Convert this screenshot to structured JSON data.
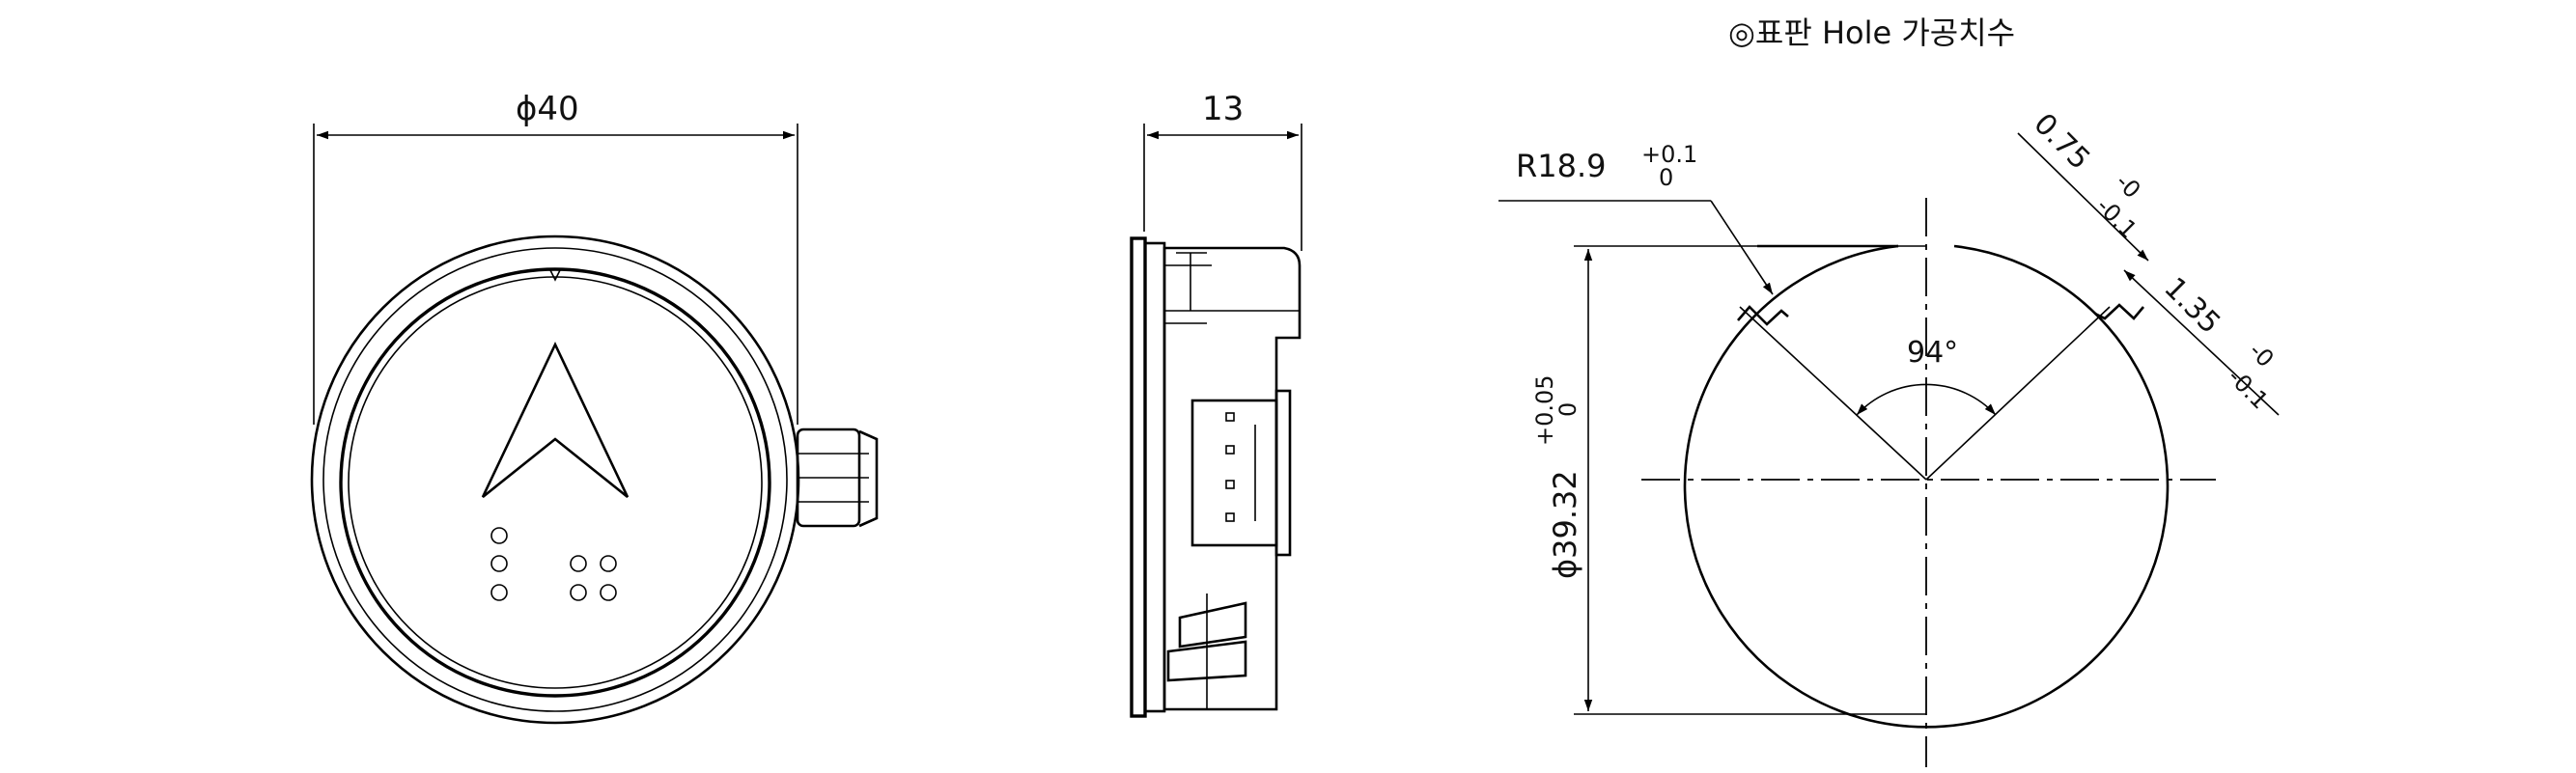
{
  "title": "◎표판 Hole 가공치수",
  "front_view": {
    "diameter_label": "ϕ40"
  },
  "side_view": {
    "thickness_label": "13"
  },
  "hole_view": {
    "radius_label": "R18.9",
    "radius_tol_upper": "+0.1",
    "radius_tol_lower": "0",
    "diameter_label": "ϕ39.32",
    "diameter_tol_upper": "+0.05",
    "diameter_tol_lower": "0",
    "slot_width_label": "0.75",
    "slot_width_tol_upper": "-0",
    "slot_width_tol_lower": "-0.1",
    "slot_depth_label": "1.35",
    "slot_depth_tol_upper": "-0",
    "slot_depth_tol_lower": "-0.1",
    "angle_label": "94°"
  }
}
